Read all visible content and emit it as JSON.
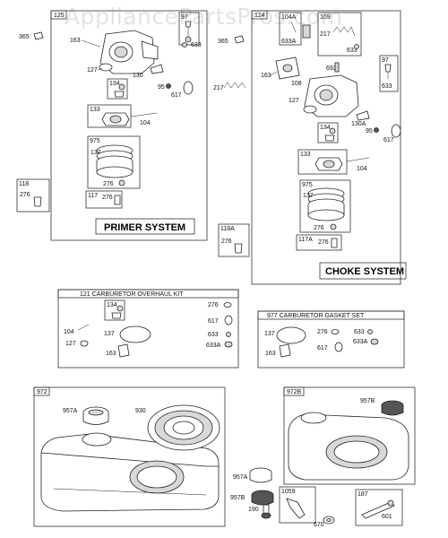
{
  "watermark": "AppliancePartsPros.com",
  "colors": {
    "line": "#222222",
    "watermark": "#e3e3e3",
    "background": "#ffffff"
  },
  "groups": {
    "primer": {
      "number": "125",
      "caption": "PRIMER SYSTEM"
    },
    "choke": {
      "number": "124",
      "caption": "CHOKE SYSTEM"
    },
    "overhaul": {
      "caption": "121 CARBURETOR OVERHAUL KIT"
    },
    "gasket": {
      "caption": "977 CARBURETOR GASKET SET"
    },
    "tank": {
      "number": "972"
    },
    "tankb": {
      "number": "972B"
    }
  },
  "part_labels": {
    "p365": "365",
    "p163": "163",
    "p97": "97",
    "p633": "633",
    "p127": "127",
    "p130": "130",
    "p95": "95",
    "p617": "617",
    "p134": "134",
    "p133": "133",
    "p104": "104",
    "p975": "975",
    "p137": "137",
    "p276": "276",
    "p117": "117",
    "p118": "118",
    "c365": "365",
    "c104a": "104A",
    "c633a": "633A",
    "c109": "109",
    "c217": "217",
    "c633": "633",
    "c692": "692",
    "c108": "108",
    "c163": "163",
    "c97": "97",
    "c633b": "633",
    "c127": "127",
    "c130a": "130A",
    "c95": "95",
    "c617": "617",
    "c134": "134",
    "c133": "133",
    "c104": "104",
    "c975": "975",
    "c137": "137",
    "c276": "276",
    "c117a": "117A",
    "c276b": "276",
    "s217": "217",
    "s118a": "118A",
    "s276": "276",
    "k134": "134",
    "k276": "276",
    "k617": "617",
    "k104": "104",
    "k137": "137",
    "k633": "633",
    "k127": "127",
    "k633a": "633A",
    "k163": "163",
    "g137": "137",
    "g276": "276",
    "g633": "633",
    "g633a": "633A",
    "g163": "163",
    "g617": "617",
    "t957a": "957A",
    "t930": "930",
    "m957a": "957A",
    "m957b": "957B",
    "b957b": "957B",
    "f190": "190",
    "f1059": "1059",
    "f670": "670",
    "f187": "187",
    "f601": "601"
  }
}
